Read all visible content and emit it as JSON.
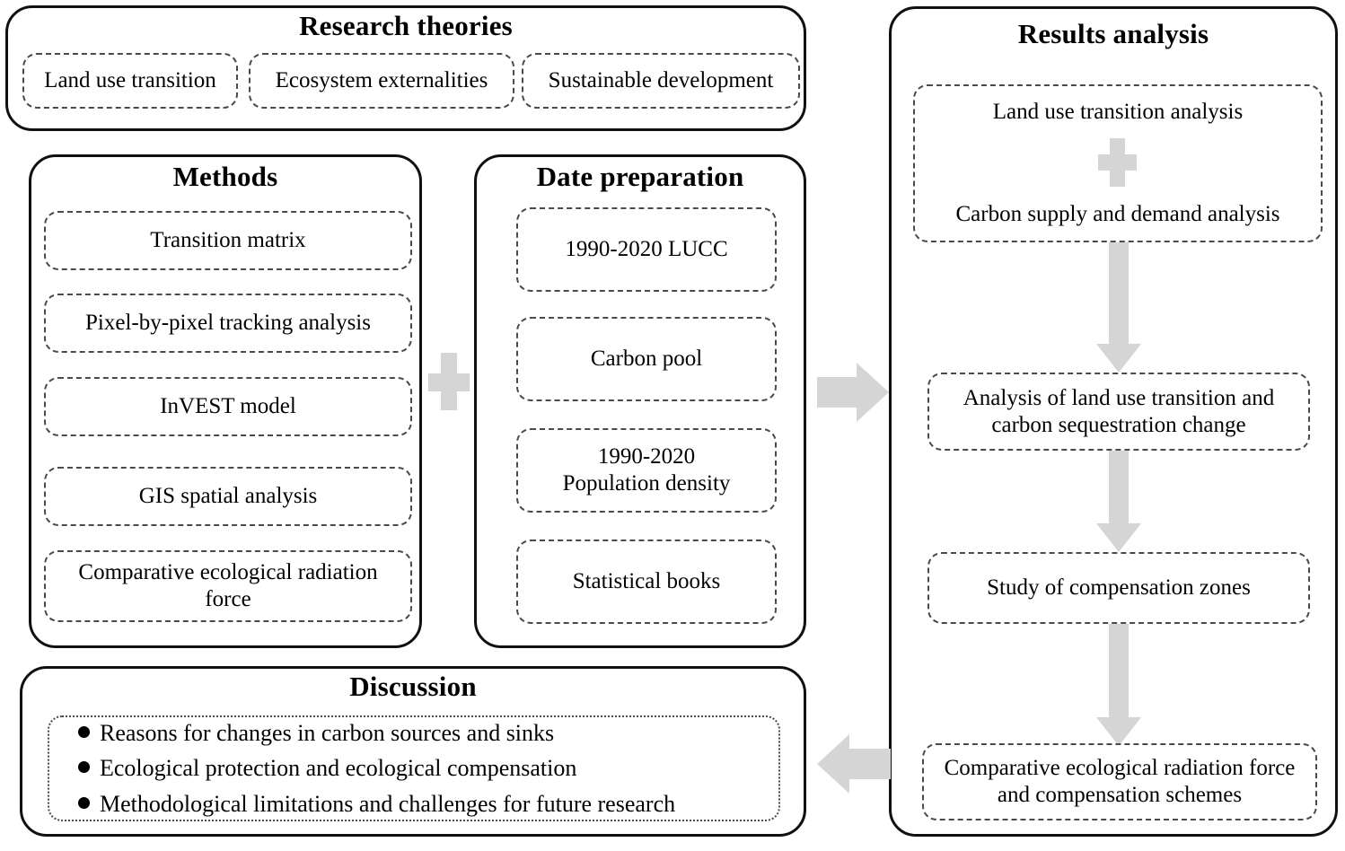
{
  "diagram": {
    "type": "research-framework-flowchart",
    "accent_gray": "#d5d5d5",
    "border_color": "#101010"
  },
  "research_theories": {
    "title": "Research theories",
    "items": [
      {
        "label": "Land use transition"
      },
      {
        "label": "Ecosystem externalities"
      },
      {
        "label": "Sustainable development"
      }
    ]
  },
  "methods": {
    "title": "Methods",
    "items": [
      {
        "label": "Transition matrix"
      },
      {
        "label": "Pixel-by-pixel tracking analysis"
      },
      {
        "label": "InVEST model"
      },
      {
        "label": "GIS spatial analysis"
      },
      {
        "label": "Comparative ecological radiation force"
      }
    ]
  },
  "date_preparation": {
    "title": "Date preparation",
    "items": [
      {
        "label": "1990-2020 LUCC"
      },
      {
        "label": "Carbon pool"
      },
      {
        "label": "1990-2020\nPopulation density"
      },
      {
        "label": "Statistical books"
      }
    ]
  },
  "results_analysis": {
    "title": "Results analysis",
    "items": [
      {
        "label_top": "Land use transition analysis",
        "label_bottom": "Carbon supply and demand analysis"
      },
      {
        "label": "Analysis of land use transition and carbon sequestration change"
      },
      {
        "label": "Study of compensation zones"
      },
      {
        "label": "Comparative ecological radiation force and compensation schemes"
      }
    ]
  },
  "discussion": {
    "title": "Discussion",
    "bullets": [
      "Reasons for changes in carbon sources and sinks",
      "Ecological protection and ecological compensation",
      "Methodological limitations and challenges for future research"
    ]
  },
  "connectors": {
    "methods_data_plus": "plus-icon",
    "results_inner_plus": "plus-icon",
    "data_to_results": "arrow-right-icon",
    "results_to_discussion": "arrow-left-icon",
    "results_step_arrows": [
      "arrow-down-icon",
      "arrow-down-icon",
      "arrow-down-icon"
    ]
  }
}
